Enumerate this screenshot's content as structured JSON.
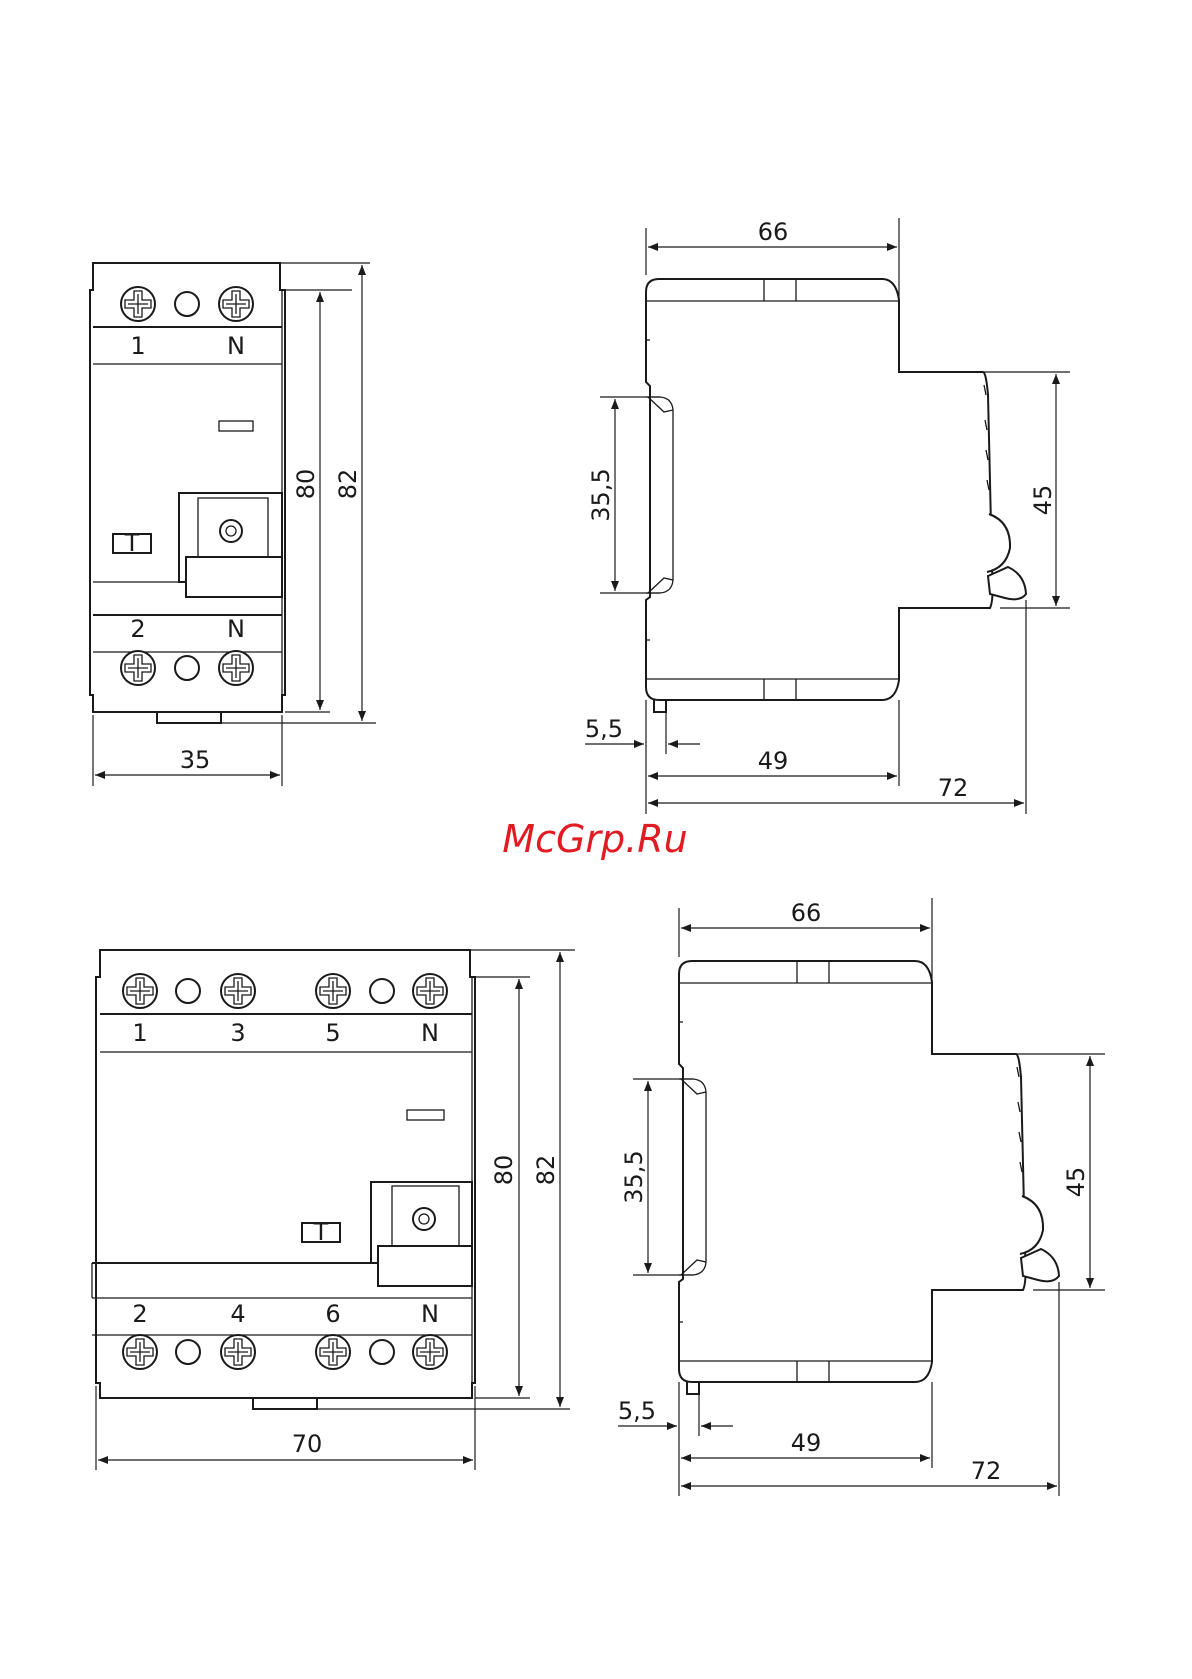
{
  "watermark": "McGrp.Ru",
  "device_2pole_front": {
    "terminals_top": [
      "1",
      "N"
    ],
    "terminals_bottom": [
      "2",
      "N"
    ],
    "test_button": "T",
    "dim_width": "35",
    "dim_height_inner": "80",
    "dim_height_outer": "82"
  },
  "device_2pole_side": {
    "dim_top_depth": "66",
    "dim_rail": "35,5",
    "dim_front": "45",
    "dim_clip": "5,5",
    "dim_base_depth": "49",
    "dim_total_depth": "72"
  },
  "device_4pole_front": {
    "terminals_top": [
      "1",
      "3",
      "5",
      "N"
    ],
    "terminals_bottom": [
      "2",
      "4",
      "6",
      "N"
    ],
    "test_button": "T",
    "dim_width": "70",
    "dim_height_inner": "80",
    "dim_height_outer": "82"
  },
  "device_4pole_side": {
    "dim_top_depth": "66",
    "dim_rail": "35,5",
    "dim_front": "45",
    "dim_clip": "5,5",
    "dim_base_depth": "49",
    "dim_total_depth": "72"
  }
}
